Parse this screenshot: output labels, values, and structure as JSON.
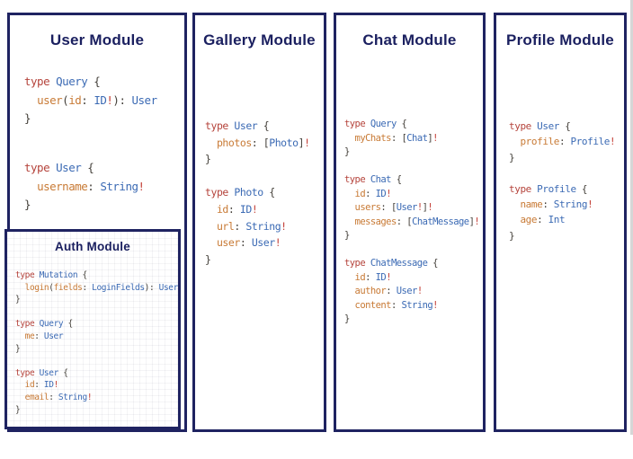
{
  "colors": {
    "panel_border": "#1f2361",
    "title": "#1b2060",
    "code_keyword": "#b5443c",
    "code_type": "#3b6ab4",
    "code_field": "#c87a35",
    "code_punct": "#44403a",
    "code_bang": "#c44138"
  },
  "panels": {
    "user": {
      "title": "User Module",
      "blocks": {
        "query": [
          [
            [
              "k",
              "type "
            ],
            [
              "t",
              "Query "
            ],
            [
              "p",
              "{"
            ]
          ],
          [
            [
              "p",
              "  "
            ],
            [
              "f",
              "user"
            ],
            [
              "p",
              "("
            ],
            [
              "f",
              "id"
            ],
            [
              "p",
              ": "
            ],
            [
              "t",
              "ID"
            ],
            [
              "e",
              "!"
            ],
            [
              "p",
              "): "
            ],
            [
              "t",
              "User"
            ]
          ],
          [
            [
              "p",
              "}"
            ]
          ]
        ],
        "user": [
          [
            [
              "k",
              "type "
            ],
            [
              "t",
              "User "
            ],
            [
              "p",
              "{"
            ]
          ],
          [
            [
              "p",
              "  "
            ],
            [
              "f",
              "username"
            ],
            [
              "p",
              ": "
            ],
            [
              "t",
              "String"
            ],
            [
              "e",
              "!"
            ]
          ],
          [
            [
              "p",
              "}"
            ]
          ]
        ]
      }
    },
    "auth": {
      "title": "Auth Module",
      "code": [
        [
          [
            "k",
            "type "
          ],
          [
            "t",
            "Mutation "
          ],
          [
            "p",
            "{"
          ]
        ],
        [
          [
            "p",
            "  "
          ],
          [
            "f",
            "login"
          ],
          [
            "p",
            "("
          ],
          [
            "f",
            "fields"
          ],
          [
            "p",
            ": "
          ],
          [
            "t",
            "LoginFields"
          ],
          [
            "p",
            "): "
          ],
          [
            "t",
            "User"
          ]
        ],
        [
          [
            "p",
            "}"
          ]
        ],
        [],
        [
          [
            "k",
            "type "
          ],
          [
            "t",
            "Query "
          ],
          [
            "p",
            "{"
          ]
        ],
        [
          [
            "p",
            "  "
          ],
          [
            "f",
            "me"
          ],
          [
            "p",
            ": "
          ],
          [
            "t",
            "User"
          ]
        ],
        [
          [
            "p",
            "}"
          ]
        ],
        [],
        [
          [
            "k",
            "type "
          ],
          [
            "t",
            "User "
          ],
          [
            "p",
            "{"
          ]
        ],
        [
          [
            "p",
            "  "
          ],
          [
            "f",
            "id"
          ],
          [
            "p",
            ": "
          ],
          [
            "t",
            "ID"
          ],
          [
            "e",
            "!"
          ]
        ],
        [
          [
            "p",
            "  "
          ],
          [
            "f",
            "email"
          ],
          [
            "p",
            ": "
          ],
          [
            "t",
            "String"
          ],
          [
            "e",
            "!"
          ]
        ],
        [
          [
            "p",
            "}"
          ]
        ]
      ]
    },
    "gallery": {
      "title": "Gallery Module",
      "code": [
        [
          [
            "k",
            "type "
          ],
          [
            "t",
            "User "
          ],
          [
            "p",
            "{"
          ]
        ],
        [
          [
            "p",
            "  "
          ],
          [
            "f",
            "photos"
          ],
          [
            "p",
            ": ["
          ],
          [
            "t",
            "Photo"
          ],
          [
            "p",
            "]"
          ],
          [
            "e",
            "!"
          ]
        ],
        [
          [
            "p",
            "}"
          ]
        ],
        [],
        [
          [
            "k",
            "type "
          ],
          [
            "t",
            "Photo "
          ],
          [
            "p",
            "{"
          ]
        ],
        [
          [
            "p",
            "  "
          ],
          [
            "f",
            "id"
          ],
          [
            "p",
            ": "
          ],
          [
            "t",
            "ID"
          ],
          [
            "e",
            "!"
          ]
        ],
        [
          [
            "p",
            "  "
          ],
          [
            "f",
            "url"
          ],
          [
            "p",
            ": "
          ],
          [
            "t",
            "String"
          ],
          [
            "e",
            "!"
          ]
        ],
        [
          [
            "p",
            "  "
          ],
          [
            "f",
            "user"
          ],
          [
            "p",
            ": "
          ],
          [
            "t",
            "User"
          ],
          [
            "e",
            "!"
          ]
        ],
        [
          [
            "p",
            "}"
          ]
        ]
      ]
    },
    "chat": {
      "title": "Chat Module",
      "code": [
        [
          [
            "k",
            "type "
          ],
          [
            "t",
            "Query "
          ],
          [
            "p",
            "{"
          ]
        ],
        [
          [
            "p",
            "  "
          ],
          [
            "f",
            "myChats"
          ],
          [
            "p",
            ": ["
          ],
          [
            "t",
            "Chat"
          ],
          [
            "p",
            "]"
          ],
          [
            "e",
            "!"
          ]
        ],
        [
          [
            "p",
            "}"
          ]
        ],
        [],
        [
          [
            "k",
            "type "
          ],
          [
            "t",
            "Chat "
          ],
          [
            "p",
            "{"
          ]
        ],
        [
          [
            "p",
            "  "
          ],
          [
            "f",
            "id"
          ],
          [
            "p",
            ": "
          ],
          [
            "t",
            "ID"
          ],
          [
            "e",
            "!"
          ]
        ],
        [
          [
            "p",
            "  "
          ],
          [
            "f",
            "users"
          ],
          [
            "p",
            ": ["
          ],
          [
            "t",
            "User"
          ],
          [
            "e",
            "!"
          ],
          [
            "p",
            "]"
          ],
          [
            "e",
            "!"
          ]
        ],
        [
          [
            "p",
            "  "
          ],
          [
            "f",
            "messages"
          ],
          [
            "p",
            ": ["
          ],
          [
            "t",
            "ChatMessage"
          ],
          [
            "p",
            "]"
          ],
          [
            "e",
            "!"
          ]
        ],
        [
          [
            "p",
            "}"
          ]
        ],
        [],
        [
          [
            "k",
            "type "
          ],
          [
            "t",
            "ChatMessage "
          ],
          [
            "p",
            "{"
          ]
        ],
        [
          [
            "p",
            "  "
          ],
          [
            "f",
            "id"
          ],
          [
            "p",
            ": "
          ],
          [
            "t",
            "ID"
          ],
          [
            "e",
            "!"
          ]
        ],
        [
          [
            "p",
            "  "
          ],
          [
            "f",
            "author"
          ],
          [
            "p",
            ": "
          ],
          [
            "t",
            "User"
          ],
          [
            "e",
            "!"
          ]
        ],
        [
          [
            "p",
            "  "
          ],
          [
            "f",
            "content"
          ],
          [
            "p",
            ": "
          ],
          [
            "t",
            "String"
          ],
          [
            "e",
            "!"
          ]
        ],
        [
          [
            "p",
            "}"
          ]
        ]
      ]
    },
    "profile": {
      "title": "Profile Module",
      "code": [
        [
          [
            "k",
            "type "
          ],
          [
            "t",
            "User "
          ],
          [
            "p",
            "{"
          ]
        ],
        [
          [
            "p",
            "  "
          ],
          [
            "f",
            "profile"
          ],
          [
            "p",
            ": "
          ],
          [
            "t",
            "Profile"
          ],
          [
            "e",
            "!"
          ]
        ],
        [
          [
            "p",
            "}"
          ]
        ],
        [],
        [
          [
            "k",
            "type "
          ],
          [
            "t",
            "Profile "
          ],
          [
            "p",
            "{"
          ]
        ],
        [
          [
            "p",
            "  "
          ],
          [
            "f",
            "name"
          ],
          [
            "p",
            ": "
          ],
          [
            "t",
            "String"
          ],
          [
            "e",
            "!"
          ]
        ],
        [
          [
            "p",
            "  "
          ],
          [
            "f",
            "age"
          ],
          [
            "p",
            ": "
          ],
          [
            "t",
            "Int"
          ]
        ],
        [
          [
            "p",
            "}"
          ]
        ]
      ]
    }
  }
}
